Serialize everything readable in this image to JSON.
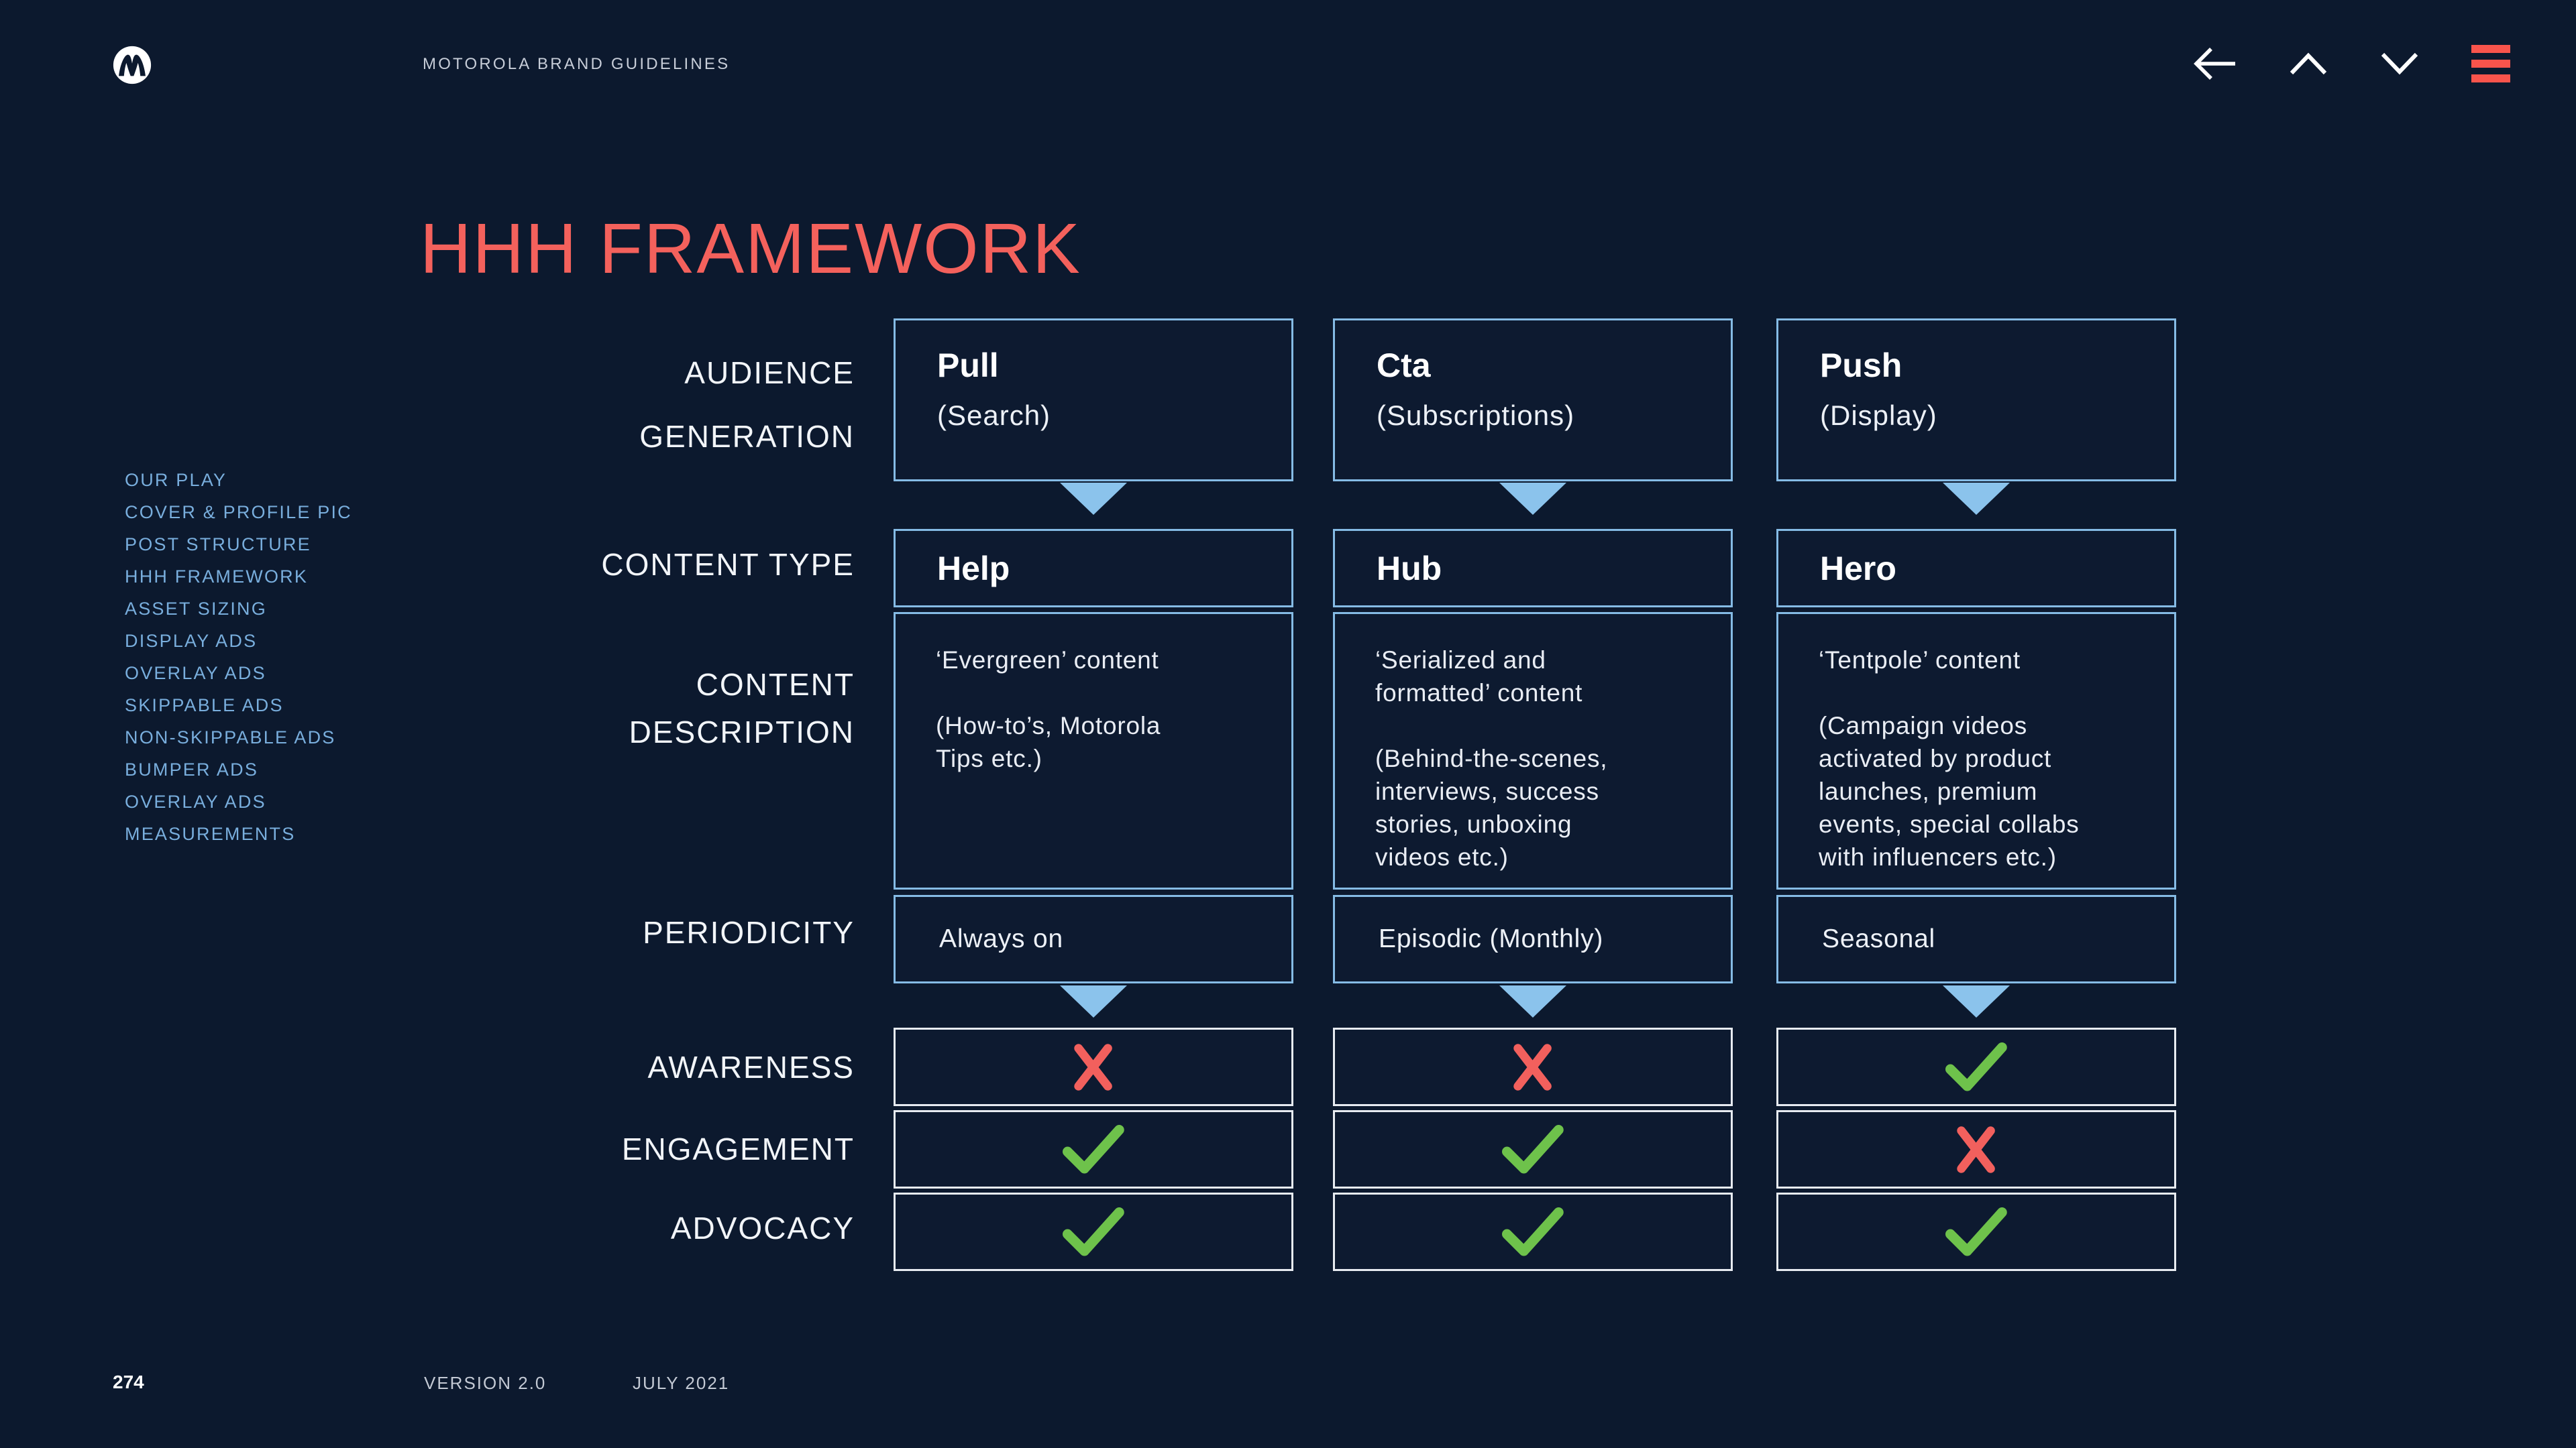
{
  "header": {
    "brand": "MOTOROLA BRAND GUIDELINES"
  },
  "nav_icons": {
    "back": "back-arrow",
    "previous": "chevron-up",
    "next": "chevron-down",
    "menu": "hamburger-menu"
  },
  "page": {
    "title": "HHH FRAMEWORK",
    "page_number": "274",
    "version": "VERSION 2.0",
    "date": "JULY 2021"
  },
  "sidebar": {
    "items": [
      "OUR PLAY",
      "COVER & PROFILE PIC",
      "POST STRUCTURE",
      "HHH FRAMEWORK",
      "ASSET SIZING",
      "DISPLAY ADS",
      "OVERLAY ADS",
      "SKIPPABLE ADS",
      "NON-SKIPPABLE ADS",
      "BUMPER ADS",
      "OVERLAY ADS",
      "MEASUREMENTS"
    ]
  },
  "framework": {
    "row_labels": {
      "audience_line1": "AUDIENCE",
      "audience_line2": "GENERATION",
      "content_type": "CONTENT TYPE",
      "description_line1": "CONTENT",
      "description_line2": "DESCRIPTION",
      "periodicity": "PERIODICITY",
      "awareness": "AWARENESS",
      "engagement": "ENGAGEMENT",
      "advocacy": "ADVOCACY"
    },
    "columns": [
      {
        "audience_title": "Pull",
        "audience_subtitle": "(Search)",
        "content_type": "Help",
        "description_para1": "‘Evergreen’ content",
        "description_para2": "(How-to’s, Motorola\nTips etc.)",
        "periodicity": "Always on",
        "marks": [
          "cross",
          "check",
          "check"
        ]
      },
      {
        "audience_title": "Cta",
        "audience_subtitle": "(Subscriptions)",
        "content_type": "Hub",
        "description_para1": "‘Serialized and\nformatted’ content",
        "description_para2": "(Behind-the-scenes,\ninterviews, success\nstories, unboxing\nvideos etc.)",
        "periodicity": "Episodic (Monthly)",
        "marks": [
          "cross",
          "check",
          "check"
        ]
      },
      {
        "audience_title": "Push",
        "audience_subtitle": "(Display)",
        "content_type": "Hero",
        "description_para1": "‘Tentpole’ content",
        "description_para2": "(Campaign videos\nactivated by product\nlaunches, premium\nevents, special collabs\nwith influencers etc.)",
        "periodicity": "Seasonal",
        "marks": [
          "check",
          "cross",
          "check"
        ]
      }
    ]
  },
  "colors": {
    "background": "#0C192E",
    "accent_red": "#F4615C",
    "menu_red": "#F9544C",
    "box_border_blue": "#85BBE5",
    "arrow_blue": "#8BC3EC",
    "box_border_light": "#E7EBF1",
    "sidebar_text": "#79AEDD",
    "check_green": "#6EC24B",
    "cross_red": "#F2605D"
  }
}
